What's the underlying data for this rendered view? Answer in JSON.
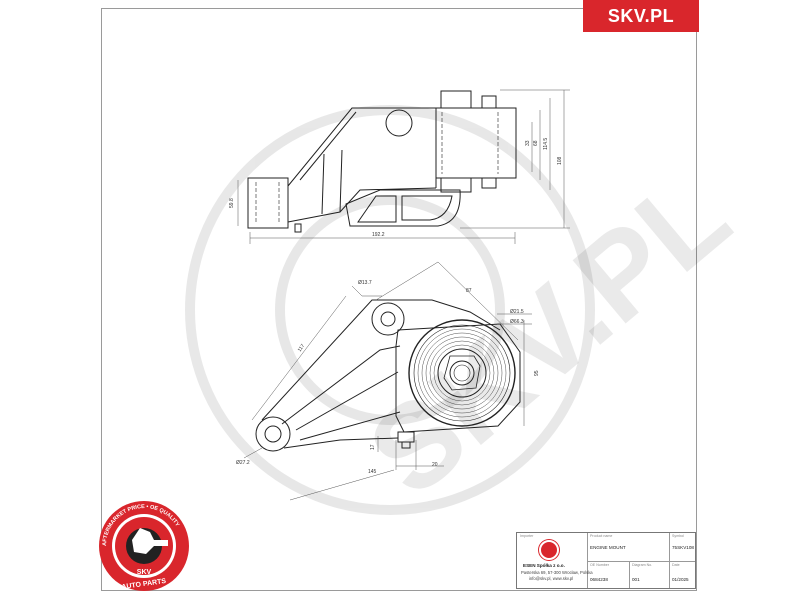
{
  "brand": {
    "label": "SKV.PL",
    "color": "#d9262c"
  },
  "seal": {
    "ring_text": "AFTERMARKET PRICE • OE QUALITY",
    "center": "SKV",
    "bottom": "AUTO PARTS",
    "color": "#d9262c"
  },
  "watermark": {
    "text": "SKV.PL"
  },
  "dimensions": {
    "height_left": "59.8",
    "length_total": "192.2",
    "h1": "33",
    "h2": "68",
    "h3": "114.5",
    "h4": "108",
    "diameter_top": "Ø13.7",
    "d_87": "87",
    "d_21_5": "Ø21.5",
    "d_66_3": "Ø66.3",
    "len_117": "117",
    "h_95": "95",
    "d_27_2": "Ø27.2",
    "d_17": "17",
    "d_20": "20",
    "d_145": "145"
  },
  "title_block": {
    "importer_label": "Importer",
    "importer_name": "ESEN Spółka z o.o.",
    "address": "Pasterska 69, 57-300 Wrocław, Polska",
    "contact": "info@skv.pl, www.skv.pl",
    "product_label": "Product name",
    "product_name": "ENGINE MOUNT",
    "symbol_label": "Symbol",
    "symbol": "75SKV108",
    "oe_label": "OE Number",
    "oe_number": "0684238",
    "diagram_label": "Diagram No.",
    "diagram_no": "001",
    "date_label": "Date",
    "date": "01/2025"
  }
}
